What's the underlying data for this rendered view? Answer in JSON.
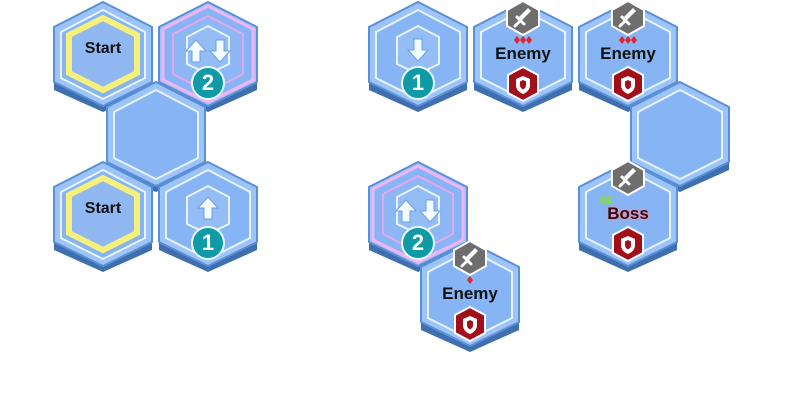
{
  "tiles": {
    "start_top": {
      "label": "Start"
    },
    "start_bottom": {
      "label": "Start"
    },
    "updown_left": {
      "number": "2"
    },
    "up_left": {
      "number": "1"
    },
    "down_right": {
      "number": "1"
    },
    "updown_right": {
      "number": "2"
    },
    "enemy_top_a": {
      "label": "Enemy",
      "icons": [
        "sword-icon",
        "danger-diamond-icon",
        "shield-icon"
      ]
    },
    "enemy_top_b": {
      "label": "Enemy",
      "icons": [
        "sword-icon",
        "danger-diamond-icon",
        "shield-icon"
      ]
    },
    "enemy_bottom": {
      "label": "Enemy",
      "icons": [
        "sword-icon",
        "danger-diamond-icon",
        "shield-icon"
      ]
    },
    "boss": {
      "label": "Boss",
      "icons": [
        "sword-icon",
        "boss-chevron-icon",
        "shield-icon"
      ]
    }
  },
  "colors": {
    "tile_fill": "#86b4f4",
    "tile_side": "#3f6fae",
    "start_ring": "#f6f07a",
    "updown_ring": "#e7a6ee",
    "badge": "#0f9aa7",
    "shield": "#a1101a",
    "sword_bg": "#6e6e6e"
  }
}
